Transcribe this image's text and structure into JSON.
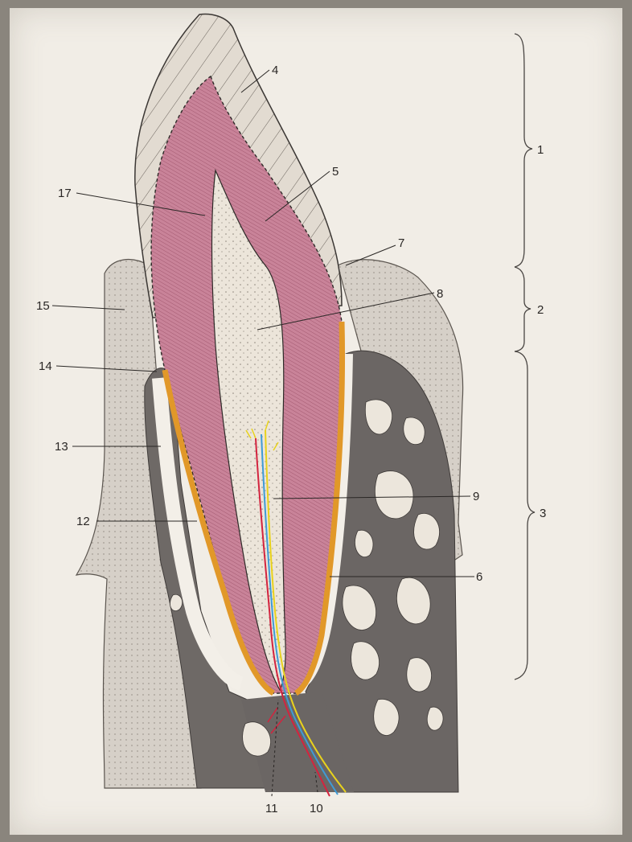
{
  "figure": {
    "labels": {
      "l1": "1",
      "l2": "2",
      "l3": "3",
      "l4": "4",
      "l5": "5",
      "l6": "6",
      "l7": "7",
      "l8": "8",
      "l9": "9",
      "l10": "10",
      "l11": "11",
      "l12": "12",
      "l13": "13",
      "l14": "14",
      "l15": "15",
      "l17": "17"
    },
    "colors": {
      "dentin": "#c57e92",
      "enamel_hatch": "#d9d2c8",
      "pulp": "#ede7dc",
      "bone": "#6b6664",
      "marrow": "#ece6dc",
      "gingiva": "#d8d3cc",
      "cementum": "#e39a2a",
      "nerve": "#e8d21c",
      "artery": "#d3243f",
      "vein": "#3f9bd6"
    }
  }
}
